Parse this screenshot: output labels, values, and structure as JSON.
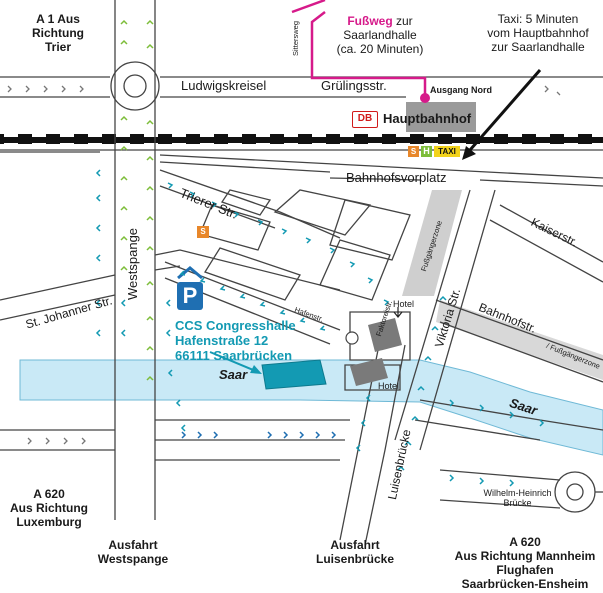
{
  "top_left": {
    "line1": "A 1 Aus",
    "line2": "Richtung",
    "line3": "Trier"
  },
  "pedestrian": {
    "word": "Fußweg",
    "rest1": " zur",
    "line2": "Saarlandhalle",
    "line3": "(ca. 20 Minuten)"
  },
  "taxi_note": {
    "line1": "Taxi: 5 Minuten",
    "line2": "vom Hauptbahnhof",
    "line3": "zur Saarlandhalle"
  },
  "streets": {
    "ludwigskreisel": "Ludwigskreisel",
    "gruelingsstr": "Grülingsstr.",
    "ausgang_nord": "Ausgang Nord",
    "sittersweg": "Sittersweg",
    "bahnhofsvorplatz": "Bahnhofsvorplatz",
    "trierer": "Trierer Str.",
    "westspange": "Westspange",
    "st_johanner": "St. Johanner Str.",
    "hafenstr": "Hafenstr.",
    "faktoreistr": "Faktoreistr.",
    "fussgaengerzone": "Fußgängerzone",
    "kaiserstr": "Kaiserstr.",
    "viktoria": "Viktoria Str.",
    "bahnhofstr": "Bahnhofstr.",
    "bahnhofstr_note": "/ Fußgängerzone",
    "luisenbruecke": "Luisenbrücke",
    "wh_bruecke_1": "Wilhelm-Heinrich",
    "wh_bruecke_2": "Brücke"
  },
  "station": {
    "db": "DB",
    "name": "Hauptbahnhof",
    "taxi": "TAXI",
    "h": "H",
    "s": "S"
  },
  "hotels": {
    "hotel_1": "Hotel",
    "hotel_2": "Hotel"
  },
  "venue": {
    "line1": "CCS Congresshalle",
    "line2": "Hafenstraße 12",
    "line3": "66111 Saarbrücken"
  },
  "parking": {
    "p": "P"
  },
  "river": {
    "saar_1": "Saar",
    "saar_2": "Saar"
  },
  "bottom": {
    "a620_left": {
      "line1": "A 620",
      "line2": "Aus Richtung",
      "line3": "Luxemburg"
    },
    "west": {
      "line1": "Ausfahrt",
      "line2": "Westspange"
    },
    "luisen": {
      "line1": "Ausfahrt",
      "line2": "Luisenbrücke"
    },
    "a620_right": {
      "line1": "A 620",
      "line2": "Aus Richtung Mannheim",
      "line3": "Flughafen",
      "line4": "Saarbrücken-Ensheim"
    }
  },
  "colors": {
    "river": "#c9e9f6",
    "road_outline": "#444444",
    "teal": "#139ab3",
    "pink": "#d61a8a",
    "green_arrow": "#7dbd3a",
    "grey_block": "#888888",
    "pedestrian_zone": "#cfcfcf"
  }
}
